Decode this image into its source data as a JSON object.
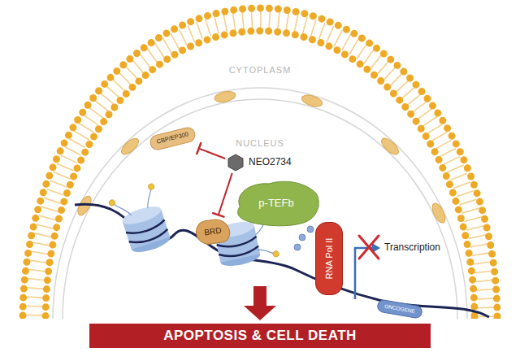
{
  "diagram": {
    "nodes": [
      {
        "text": [
          "CBP/EP300"
        ]
      },
      {
        "text": [
          "NEO2734"
        ]
      },
      {
        "text": [
          "BRD"
        ]
      },
      {
        "text": [
          "p-TEFb"
        ]
      },
      {
        "text": [
          "RNA Pol II"
        ]
      },
      {
        "text": [
          "ONCOGENE"
        ]
      },
      {
        "text": [
          "APOPTOSIS & CELL DEATH"
        ]
      }
    ],
    "edges": [
      {
        "from": 1,
        "to": 0,
        "arrow": "to"
      },
      {
        "from": 1,
        "to": 2,
        "arrow": "to"
      }
    ],
    "labels": [
      "CYTOPLASM",
      "NUCLEUS",
      "Transcription"
    ]
  }
}
